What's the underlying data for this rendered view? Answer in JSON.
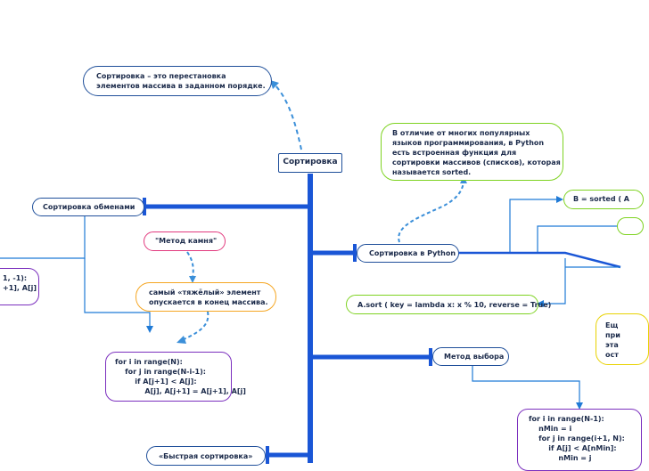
{
  "root": {
    "label": "Сортировка"
  },
  "definition": {
    "lines": [
      "Сортировка – это перестановка",
      "элементов массива в заданном порядке."
    ]
  },
  "exchange": {
    "label": "Сортировка обменами",
    "stone": "\"Метод камня\"",
    "heavy": [
      "самый «тяжёлый» элемент",
      "опускается в конец массива."
    ],
    "code": [
      "for i in range(N):",
      "    for j in range(N-i-1):",
      "        if A[j+1] < A[j]:",
      "            A[j], A[j+1] = A[j+1], A[j]"
    ],
    "left_code": [
      "1, -1):",
      "",
      "+1], A[j]"
    ]
  },
  "python": {
    "label": "Сортировка в Python",
    "note": [
      "В отличие от многих популярных",
      "языков программирования, в Python",
      "есть встроенная функция для",
      "сортировки массивов (списков), которая",
      "называется sorted."
    ],
    "sorted_call": "B = sorted ( A",
    "sort_call": "A.sort ( key = lambda x: x % 10, reverse = True)",
    "side_note": [
      "Ещ",
      "при",
      "эта",
      "ост"
    ]
  },
  "selection": {
    "label": "Метод выбора",
    "code": [
      "for i in range(N-1):",
      "    nMin = i",
      "    for j in range(i+1, N):",
      "        if A[j] < A[nMin]:",
      "            nMin = j"
    ]
  },
  "quick": {
    "label": "«Быстрая сортировка»"
  },
  "colors": {
    "trunk": "#1a56d6",
    "branch": "#1f7ad6",
    "dashed": "#3b8fd9"
  }
}
